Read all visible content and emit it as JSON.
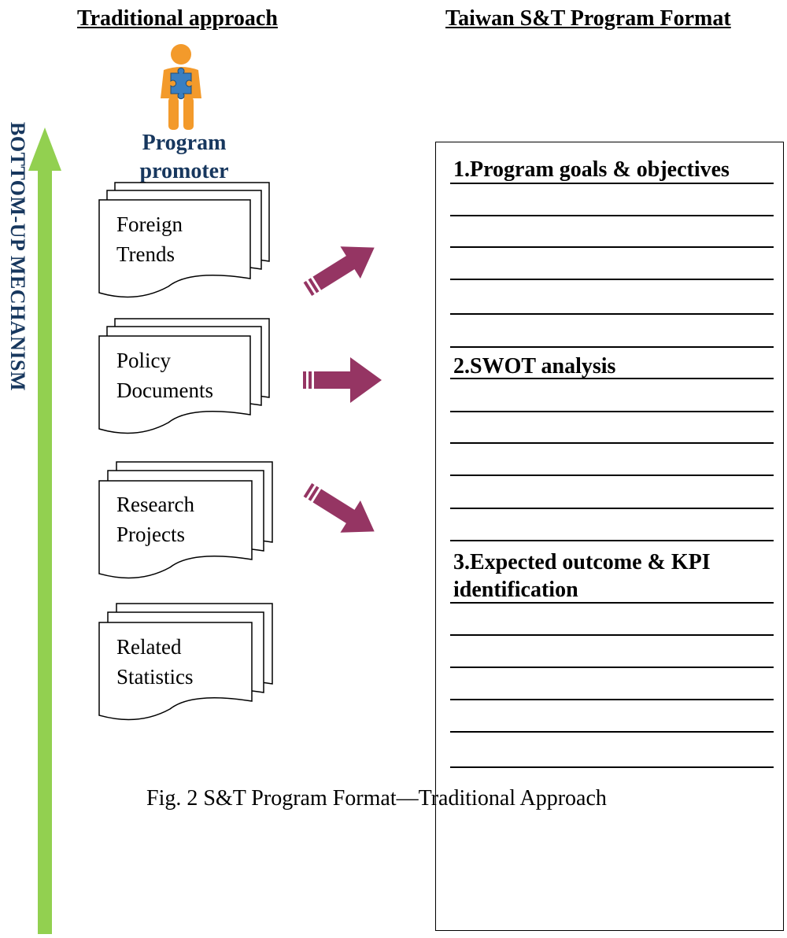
{
  "headings": {
    "left": "Traditional approach",
    "right": "Taiwan S&T Program Format"
  },
  "promoter": {
    "icon": "person-holding-puzzle-piece-icon",
    "label": "Program promoter"
  },
  "mechanism": {
    "label": "BOTTOM-UP MECHANISM",
    "arrow_color": "#92d050"
  },
  "documents": [
    {
      "text": "Foreign\nTrends"
    },
    {
      "text": "Policy\nDocuments"
    },
    {
      "text": "Research\nProjects"
    },
    {
      "text": "Related\nStatistics"
    }
  ],
  "flow_arrows": {
    "color": "#953563",
    "directions": [
      "up-right",
      "right",
      "down-right"
    ]
  },
  "format_sections": [
    {
      "label": "1.Program goals & objectives"
    },
    {
      "label": "2.SWOT analysis"
    },
    {
      "label": "3.Expected outcome & KPI identification"
    }
  ],
  "caption": "Fig. 2 S&T Program Format—Traditional Approach",
  "colors": {
    "label_navy": "#17375e",
    "green_arrow": "#92d050",
    "magenta_arrow": "#953563"
  }
}
